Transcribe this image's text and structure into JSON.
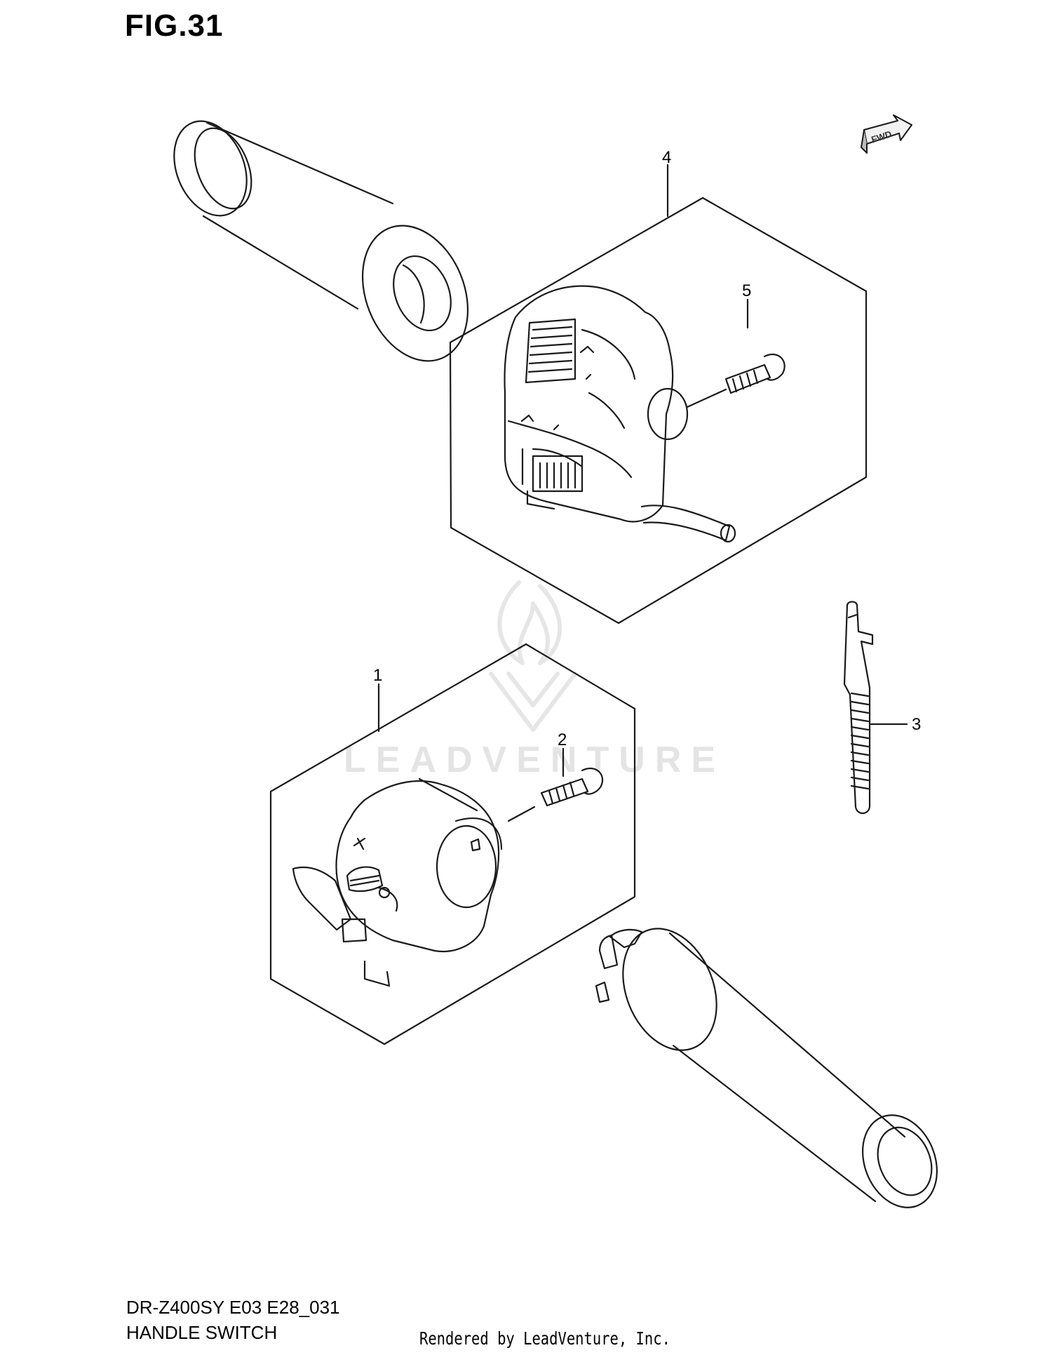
{
  "figure": {
    "title": "FIG.31",
    "model_code": "DR-Z400SY E03 E28_031",
    "section_name": "HANDLE SWITCH",
    "render_credit": "Rendered by LeadVenture, Inc.",
    "watermark": "LEADVENTURE",
    "direction_badge": "FWD"
  },
  "callouts": [
    {
      "id": "4",
      "label": "4",
      "part": "right handle switch assembly"
    },
    {
      "id": "5",
      "label": "5",
      "part": "screw"
    },
    {
      "id": "3",
      "label": "3",
      "part": "clamp"
    },
    {
      "id": "1",
      "label": "1",
      "part": "left handle switch assembly"
    },
    {
      "id": "2",
      "label": "2",
      "part": "screw"
    }
  ],
  "colors": {
    "line": "#1a1a1a",
    "watermark": "#e4e4e4",
    "background": "#ffffff"
  }
}
